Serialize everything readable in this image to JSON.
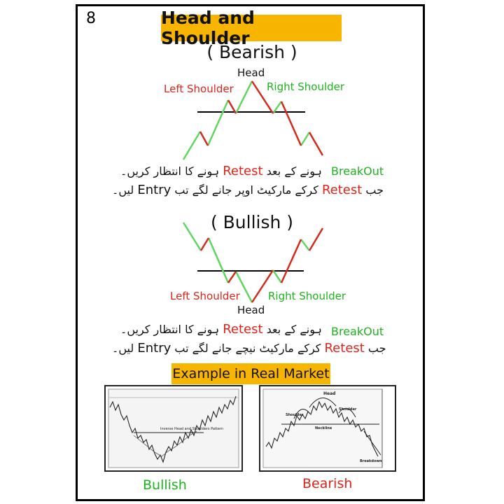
{
  "page_number": "8",
  "title": "Head and Shoulder",
  "bearish": {
    "heading": "( Bearish )",
    "head_label": "Head",
    "left_shoulder": "Left Shoulder",
    "right_shoulder": "Right Shoulder",
    "breakout": "BreakOut",
    "line1_before": "ہونے کے بعد",
    "line1_retest": "Retest",
    "line1_after": "ہونے کا انتظار کریں۔",
    "line2_start": "جب",
    "line2_retest": "Retest",
    "line2_mid": "کرکے مارکیٹ اوپر جانے لگے تب",
    "line2_entry": "Entry",
    "line2_end": "لیں۔"
  },
  "bullish": {
    "heading": "( Bullish )",
    "head_label": "Head",
    "left_shoulder": "Left Shoulder",
    "right_shoulder": "Right Shoulder",
    "breakout": "BreakOut",
    "line1_before": "ہونے کے بعد",
    "line1_retest": "Retest",
    "line1_after": "ہونے کا انتظار کریں۔",
    "line2_start": "جب",
    "line2_retest": "Retest",
    "line2_mid": "کرکے مارکیٹ نیچے جانے لگے تب",
    "line2_entry": "Entry",
    "line2_end": "لیں۔"
  },
  "example": {
    "heading": "Example in Real Market",
    "left_chart_caption": "Inverse Head and Shoulders Pattern",
    "right_chart": {
      "head": "Head",
      "shoulder_left": "Shoulder",
      "shoulder_right": "Shoulder",
      "neckline": "Neckline",
      "breakdown": "Breakdown"
    },
    "bullish_label": "Bullish",
    "bearish_label": "Bearish"
  },
  "colors": {
    "accent": "#f7b500",
    "bearish_red": "#e0241b",
    "bullish_green": "#1db31d"
  }
}
